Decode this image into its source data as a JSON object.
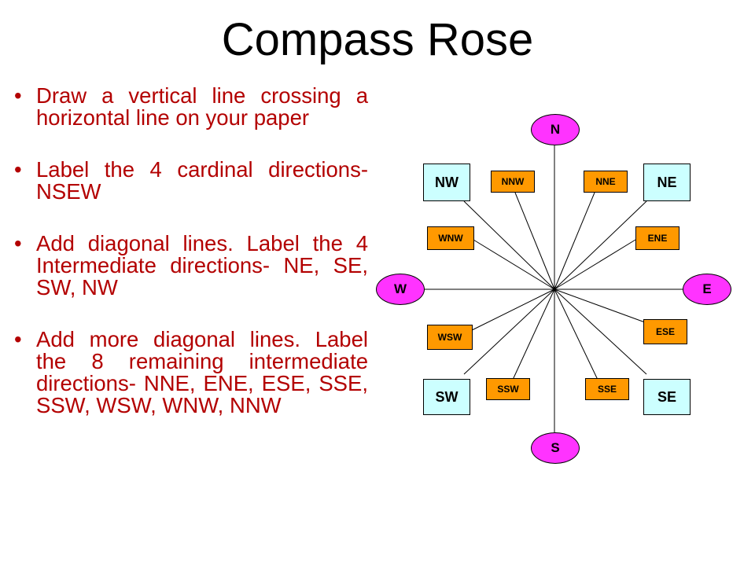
{
  "title": "Compass Rose",
  "bullets": [
    "Draw a vertical line crossing a horizontal line on your paper",
    "Label the 4 cardinal directions- NSEW",
    "Add diagonal lines. Label the 4 Intermediate directions- NE, SE, SW, NW",
    "Add more diagonal lines. Label the 8 remaining intermediate directions- NNE, ENE, ESE, SSE, SSW, WSW, WNW, NNW"
  ],
  "compass": {
    "cardinal": {
      "n": "N",
      "s": "S",
      "e": "E",
      "w": "W"
    },
    "intermediate": {
      "ne": "NE",
      "se": "SE",
      "sw": "SW",
      "nw": "NW"
    },
    "secondary": {
      "nne": "NNE",
      "ene": "ENE",
      "ese": "ESE",
      "sse": "SSE",
      "ssw": "SSW",
      "wsw": "WSW",
      "wnw": "WNW",
      "nnw": "NNW"
    },
    "colors": {
      "title_text": "#000000",
      "bullet_text": "#b30000",
      "cardinal_fill": "#ff33ff",
      "intermediate_fill": "#ccffff",
      "secondary_fill": "#ff9900",
      "line": "#000000"
    }
  }
}
